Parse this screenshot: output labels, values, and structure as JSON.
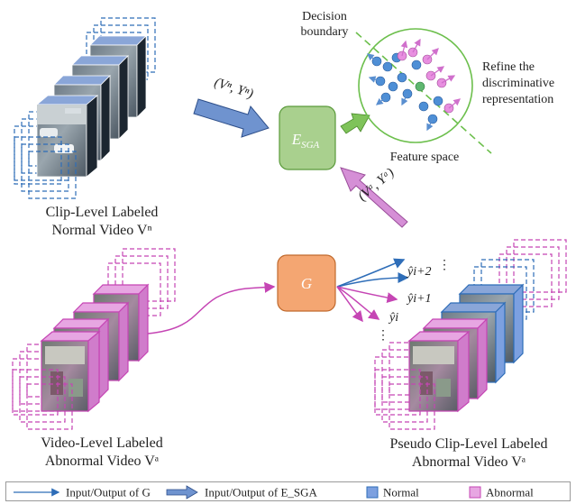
{
  "colors": {
    "normal_blue": "#2e6db8",
    "abnormal_pink": "#c545b4",
    "esga_green": "#a9d08e",
    "g_orange": "#f4a672",
    "fat_arrow_blue": "#6f93cf",
    "fat_arrow_pink": "#d58fd6",
    "feature_circle": "#6cbf4c"
  },
  "labels": {
    "decision_line1": "Decision",
    "decision_line2": "boundary",
    "refine_line1": "Refine the",
    "refine_line2": "discriminative",
    "refine_line3": "representation",
    "feature_space": "Feature space",
    "esga_main": "E",
    "esga_sub": "SGA",
    "g_label": "G",
    "normal_pair": "(Vⁿ, Yⁿ)",
    "abnormal_pair": "(Vᵃ, Yᵃ)",
    "clip_normal_line1": "Clip-Level Labeled",
    "clip_normal_line2": "Normal Video Vⁿ",
    "video_abnormal_line1": "Video-Level Labeled",
    "video_abnormal_line2": "Abnormal Video Vᵃ",
    "pseudo_line1": "Pseudo Clip-Level Labeled",
    "pseudo_line2": "Abnormal Video Vᵃ",
    "yhat_i2": "ŷi+2",
    "yhat_i1": "ŷi+1",
    "yhat_i": "ŷi",
    "dots": "⋮"
  },
  "legend": {
    "g_io": "Input/Output of G",
    "esga_io": "Input/Output of E_SGA",
    "normal": "Normal",
    "abnormal": "Abnormal"
  }
}
